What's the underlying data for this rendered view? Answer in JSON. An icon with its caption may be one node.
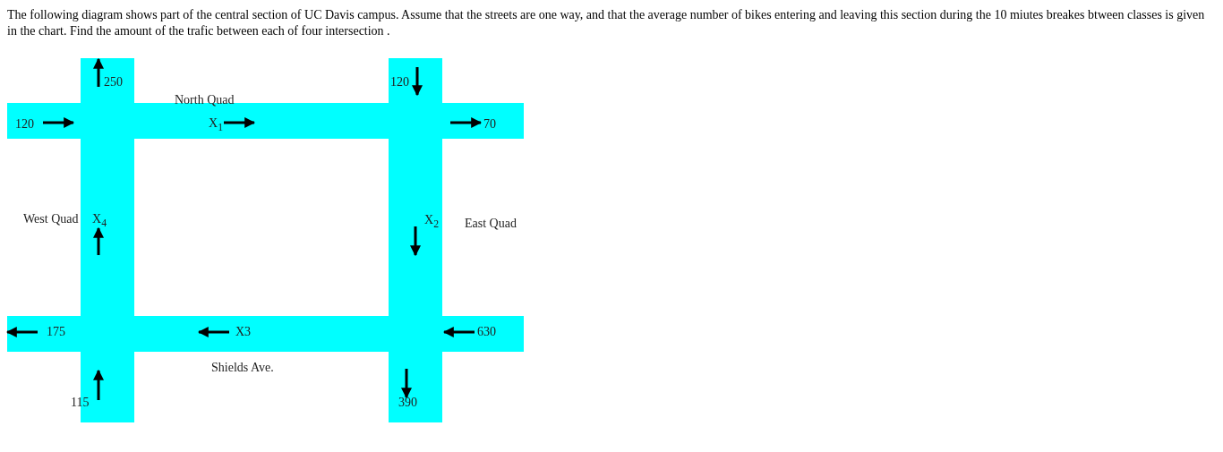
{
  "diagram": {
    "title": "The following diagram shows part of the central section of UC Davis campus. Assume that the streets are one way, and that the average number of bikes entering and leaving this section during the 10 miutes breakes btween classes is given in the chart. Find the amount of the trafic between each of four intersection .",
    "labels": [
      "250",
      "120",
      "North Quad",
      "X$_{1}$",
      "120",
      "70",
      "West Quad",
      "X$_{4}$",
      "X$_{2}$",
      "East Quad",
      "175",
      "X3",
      "630",
      "Shields Ave.",
      "115",
      "390"
    ]
  }
}
